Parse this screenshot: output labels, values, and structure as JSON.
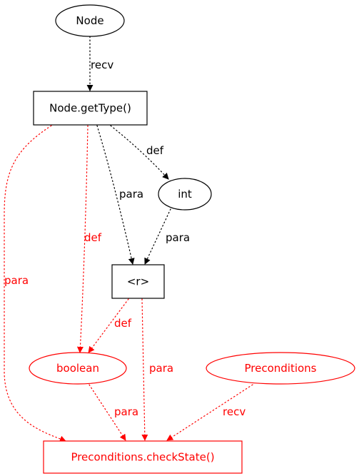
{
  "colors": {
    "black": "#000000",
    "red": "#ff0000"
  },
  "nodes": {
    "node": "Node",
    "get_type": "Node.getType()",
    "int": "int",
    "r": "<r>",
    "boolean": "boolean",
    "preconditions": "Preconditions",
    "check_state": "Preconditions.checkState()"
  },
  "edges": {
    "node_to_gettype": "recv",
    "gettype_to_int": "def",
    "gettype_to_r": "para",
    "int_to_r": "para",
    "gettype_to_boolean": "def",
    "gettype_to_checkstate": "para",
    "r_to_boolean": "def",
    "r_to_checkstate": "para",
    "boolean_to_checkstate": "para",
    "preconditions_to_checkstate": "recv"
  }
}
